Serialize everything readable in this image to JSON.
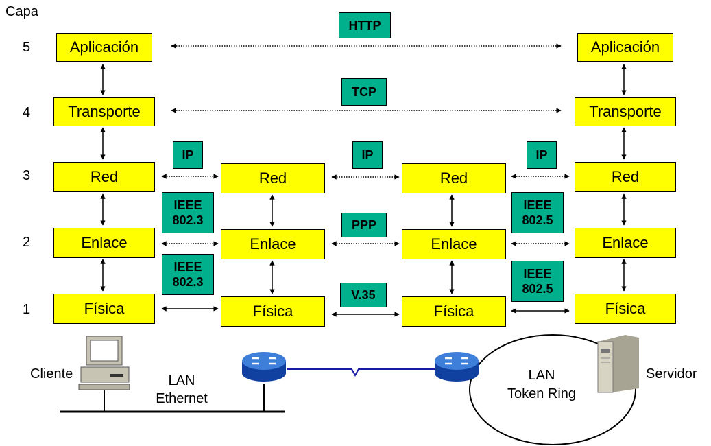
{
  "capa_heading": "Capa",
  "layers": [
    {
      "number": "5",
      "name": "Aplicación"
    },
    {
      "number": "4",
      "name": "Transporte"
    },
    {
      "number": "3",
      "name": "Red"
    },
    {
      "number": "2",
      "name": "Enlace"
    },
    {
      "number": "1",
      "name": "Física"
    }
  ],
  "protocols": {
    "http": "HTTP",
    "tcp": "TCP",
    "ip_1": "IP",
    "ip_2": "IP",
    "ip_3": "IP",
    "ieee_8023_link": "IEEE\n802.3",
    "ieee_8023_phys": "IEEE\n802.3",
    "ppp": "PPP",
    "v35": "V.35",
    "ieee_8025_link": "IEEE\n802.5",
    "ieee_8025_phys": "IEEE\n802.5"
  },
  "network": {
    "client": "Cliente",
    "server": "Servidor",
    "lan_ethernet": "LAN\nEthernet",
    "lan_token_ring": "LAN\nToken Ring"
  },
  "colors": {
    "layer_box": "#ffff00",
    "protocol_tag": "#00b08c",
    "wan_link": "#1a1aa8",
    "router_top": "#3d7fd9",
    "router_side": "#1040a0"
  }
}
